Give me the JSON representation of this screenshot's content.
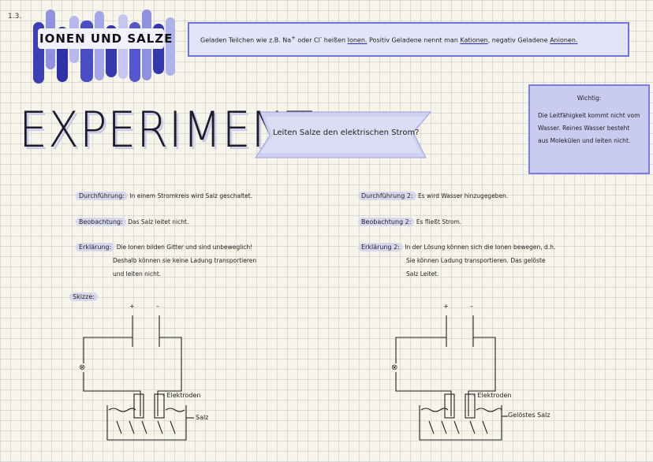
{
  "page_number": "1.3.",
  "topic_title": "IONEN UND SALZE",
  "definition": {
    "part1": "Geladen Teilchen  wie z.B. Na",
    "sup1": "+",
    "part2": " oder Cl",
    "sup2": "-",
    "part3": " heißen ",
    "ionen": "Ionen.",
    "part4": " Positiv Geladene nennt man ",
    "kationen": "Kationen",
    "part5": ", negativ Geladene ",
    "anionen": "Anionen."
  },
  "main_title": "EXPERIMENT",
  "question": "Leiten Salze den elektrischen Strom?",
  "important": {
    "heading": "Wichtig:",
    "text": "Die Leitfähigkeit kommt nicht vom Wasser. Reines Wasser besteht aus Molekülen und leiten nicht."
  },
  "left": {
    "durchfuehrung_label": "Durchführung:",
    "durchfuehrung_text": "In einem Stromkreis wird Salz geschaltet.",
    "beobachtung_label": "Beobachtung:",
    "beobachtung_text": "Das Salz leitet nicht.",
    "erklaerung_label": "Erklärung:",
    "erklaerung_line1": "Die Ionen bilden Gitter und sind unbeweglich!",
    "erklaerung_line2": "Deshalb können sie keine Ladung transportieren",
    "erklaerung_line3": "und leiten nicht."
  },
  "right": {
    "durchfuehrung_label": "Durchführung 2:",
    "durchfuehrung_text": "Es wird Wasser hinzugegeben.",
    "beobachtung_label": "Beobachtung 2:",
    "beobachtung_text": "Es fließt Strom.",
    "erklaerung_label": "Erklärung 2:",
    "erklaerung_line1": "In der Lösung   können sich die Ionen bewegen, d.h.",
    "erklaerung_line2": "Sie können Ladung transportieren. Das gelöste",
    "erklaerung_line3": "Salz Leitet."
  },
  "sketch": {
    "label": "Skizze:",
    "plus": "+",
    "minus": "–",
    "left_electrode_label": "- Elektroden",
    "left_content_label": "Salz",
    "right_electrode_label": "- Elektroden",
    "right_content_label": "Gelöstes Salz",
    "lamp_symbol": "⊗"
  },
  "colors": {
    "accent": "#6f72dc",
    "accent_light": "#c9cbf0",
    "highlight": "#d7d8ee",
    "paper": "#f7f4ea"
  }
}
